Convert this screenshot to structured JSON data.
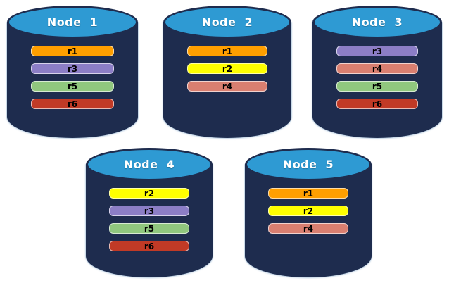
{
  "diagram": {
    "description": "Five database node cylinders holding colored replica bars",
    "palette": {
      "cylinder_body": "#1E2C4E",
      "cylinder_top": "#2E9AD3",
      "node_label_text": "#FFFFFF",
      "bar_text": "#000000",
      "page_background": "#FFFFFF"
    },
    "nodes": [
      {
        "label": "Node 1",
        "replicas": [
          {
            "label": "r1",
            "color": "#FF9F00"
          },
          {
            "label": "r3",
            "color": "#8C7EC6"
          },
          {
            "label": "r5",
            "color": "#90C77E"
          },
          {
            "label": "r6",
            "color": "#C13A26"
          }
        ]
      },
      {
        "label": "Node 2",
        "replicas": [
          {
            "label": "r1",
            "color": "#FF9F00"
          },
          {
            "label": "r2",
            "color": "#FFFF00"
          },
          {
            "label": "r4",
            "color": "#D97F70"
          }
        ]
      },
      {
        "label": "Node 3",
        "replicas": [
          {
            "label": "r3",
            "color": "#8C7EC6"
          },
          {
            "label": "r4",
            "color": "#D97F70"
          },
          {
            "label": "r5",
            "color": "#90C77E"
          },
          {
            "label": "r6",
            "color": "#C13A26"
          }
        ]
      },
      {
        "label": "Node 4",
        "replicas": [
          {
            "label": "r2",
            "color": "#FFFF00"
          },
          {
            "label": "r3",
            "color": "#8C7EC6"
          },
          {
            "label": "r5",
            "color": "#90C77E"
          },
          {
            "label": "r6",
            "color": "#C13A26"
          }
        ]
      },
      {
        "label": "Node 5",
        "replicas": [
          {
            "label": "r1",
            "color": "#FF9F00"
          },
          {
            "label": "r2",
            "color": "#FFFF00"
          },
          {
            "label": "r4",
            "color": "#D97F70"
          }
        ]
      }
    ]
  }
}
